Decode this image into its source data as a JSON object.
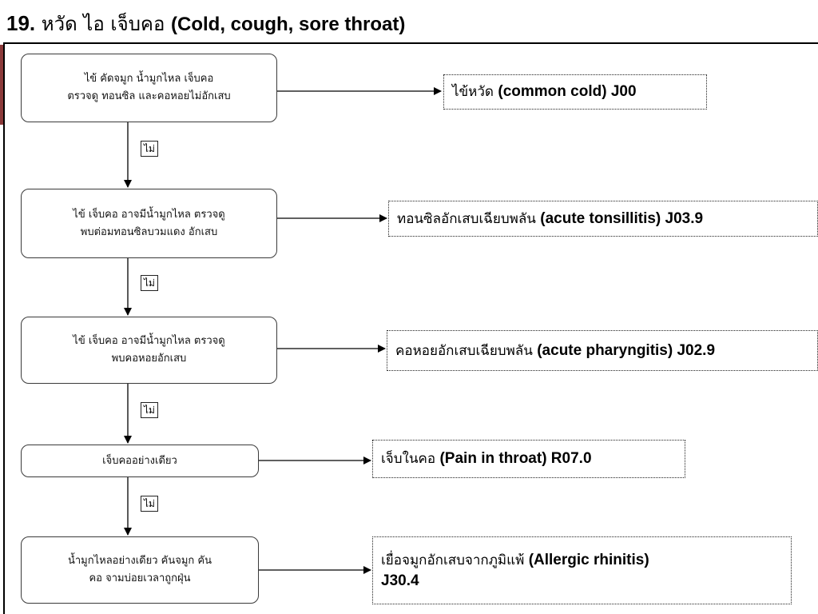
{
  "header": {
    "number": "19.",
    "title_th": "หวัด ไอ เจ็บคอ",
    "title_en": "(Cold, cough, sore throat)"
  },
  "flow": {
    "no_label": "ไม่",
    "steps": [
      {
        "condition_lines": [
          "ไข้ คัดจมูก น้ำมูกไหล เจ็บคอ",
          "ตรวจดู ทอนซิล และคอหอยไม่อักเสบ"
        ],
        "result_th": "ไข้หวัด",
        "result_en": "(common cold) J00"
      },
      {
        "condition_lines": [
          "ไข้ เจ็บคอ อาจมีน้ำมูกไหล ตรวจดู",
          "พบต่อมทอนซิลบวมแดง อักเสบ"
        ],
        "result_th": "ทอนซิลอักเสบเฉียบพลัน",
        "result_en": "(acute tonsillitis) J03.9"
      },
      {
        "condition_lines": [
          "ไข้ เจ็บคอ อาจมีน้ำมูกไหล ตรวจดู",
          "พบคอหอยอักเสบ"
        ],
        "result_th": "คอหอยอักเสบเฉียบพลัน",
        "result_en": "(acute pharyngitis) J02.9"
      },
      {
        "condition_lines": [
          "เจ็บคออย่างเดียว"
        ],
        "result_th": "เจ็บในคอ",
        "result_en": "(Pain in throat) R07.0"
      },
      {
        "condition_lines": [
          "น้ำมูกไหลอย่างเดียว คันจมูก คัน",
          "คอ จามบ่อยเวลาถูกฝุ่น"
        ],
        "result_th": "เยื่อจมูกอักเสบจากภูมิแพ้",
        "result_en": "(Allergic rhinitis)",
        "result_code": "J30.4"
      }
    ]
  }
}
